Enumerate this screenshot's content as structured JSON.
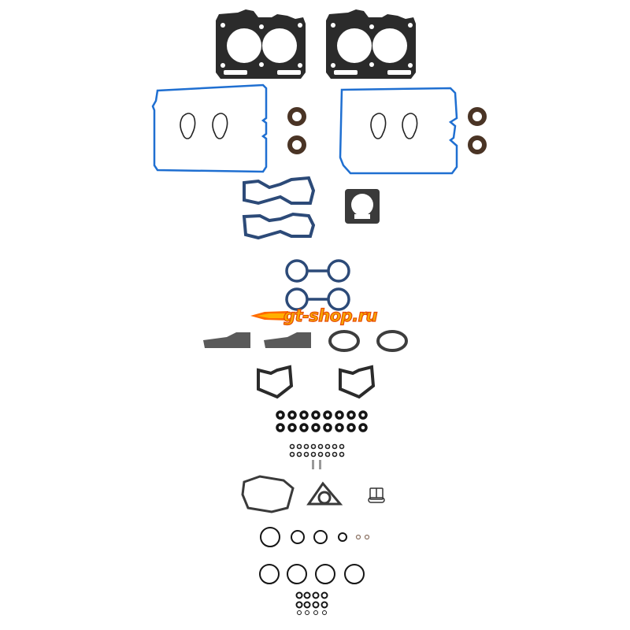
{
  "image": {
    "subject": "Engine full gasket set (cylinder head, valve cover, intake, exhaust, turbo, seals, o-rings)",
    "background": "#ffffff"
  },
  "watermark": {
    "text": "gt-shop.ru",
    "color_fill": "#f6a800",
    "color_stroke": "#e84a00"
  },
  "colors": {
    "head_gasket": "#2b2b2b",
    "valve_cover": "#1f6fd1",
    "blue_coated": "#2c4a78",
    "graphite": "#5a5a5a",
    "seal_brown": "#4a3425",
    "oring": "#151515"
  },
  "parts": [
    {
      "id": "head-gasket-left",
      "label": "cylinder head gasket"
    },
    {
      "id": "head-gasket-right",
      "label": "cylinder head gasket"
    },
    {
      "id": "valve-cover-left",
      "label": "valve cover gasket"
    },
    {
      "id": "valve-cover-right",
      "label": "valve cover gasket"
    },
    {
      "id": "cam-seals",
      "label": "camshaft seals",
      "count": 4
    },
    {
      "id": "intake-manifold",
      "label": "intake manifold gaskets",
      "count": 2
    },
    {
      "id": "throttle-body",
      "label": "throttle body gasket"
    },
    {
      "id": "intake-runner",
      "label": "intake runner gaskets",
      "count": 2
    },
    {
      "id": "thermostat-plates",
      "label": "plate gaskets",
      "count": 2
    },
    {
      "id": "exhaust-flanges",
      "label": "exhaust flange gaskets",
      "count": 2
    },
    {
      "id": "exhaust-manifold",
      "label": "exhaust manifold gaskets",
      "count": 2
    },
    {
      "id": "valve-stem-seals",
      "label": "valve stem seals",
      "count": 16
    },
    {
      "id": "small-seals",
      "label": "small seals",
      "count": 16
    },
    {
      "id": "dowel-pins",
      "label": "dowel pins",
      "count": 2
    },
    {
      "id": "turbo-gaskets",
      "label": "turbo gaskets",
      "count": 2
    },
    {
      "id": "pcv-gasket",
      "label": "small gasket"
    },
    {
      "id": "o-rings",
      "label": "o-rings"
    }
  ]
}
